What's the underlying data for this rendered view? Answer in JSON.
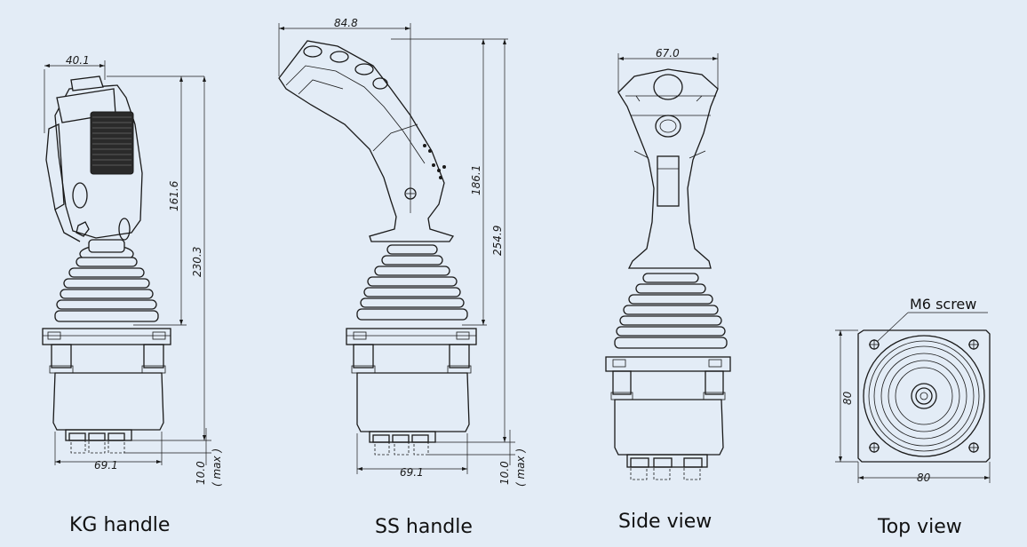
{
  "captions": {
    "kg": "KG handle",
    "ss": "SS handle",
    "side": "Side view",
    "top": "Top view"
  },
  "dimensions": {
    "kg_top_width": "40.1",
    "kg_handle_height": "161.6",
    "kg_total_height": "230.3",
    "kg_base_width": "69.1",
    "kg_connector": "10.0",
    "kg_connector_note": "( max )",
    "ss_top_width": "84.8",
    "ss_handle_height": "186.1",
    "ss_total_height": "254.9",
    "ss_base_width": "69.1",
    "ss_connector": "10.0",
    "ss_connector_note": "( max )",
    "side_top_width": "67.0",
    "top_width": "80",
    "top_height": "80"
  },
  "annotations": {
    "screw": "M6 screw"
  },
  "colors": {
    "background": "#e3ecf6",
    "line": "#1a1a1a"
  }
}
